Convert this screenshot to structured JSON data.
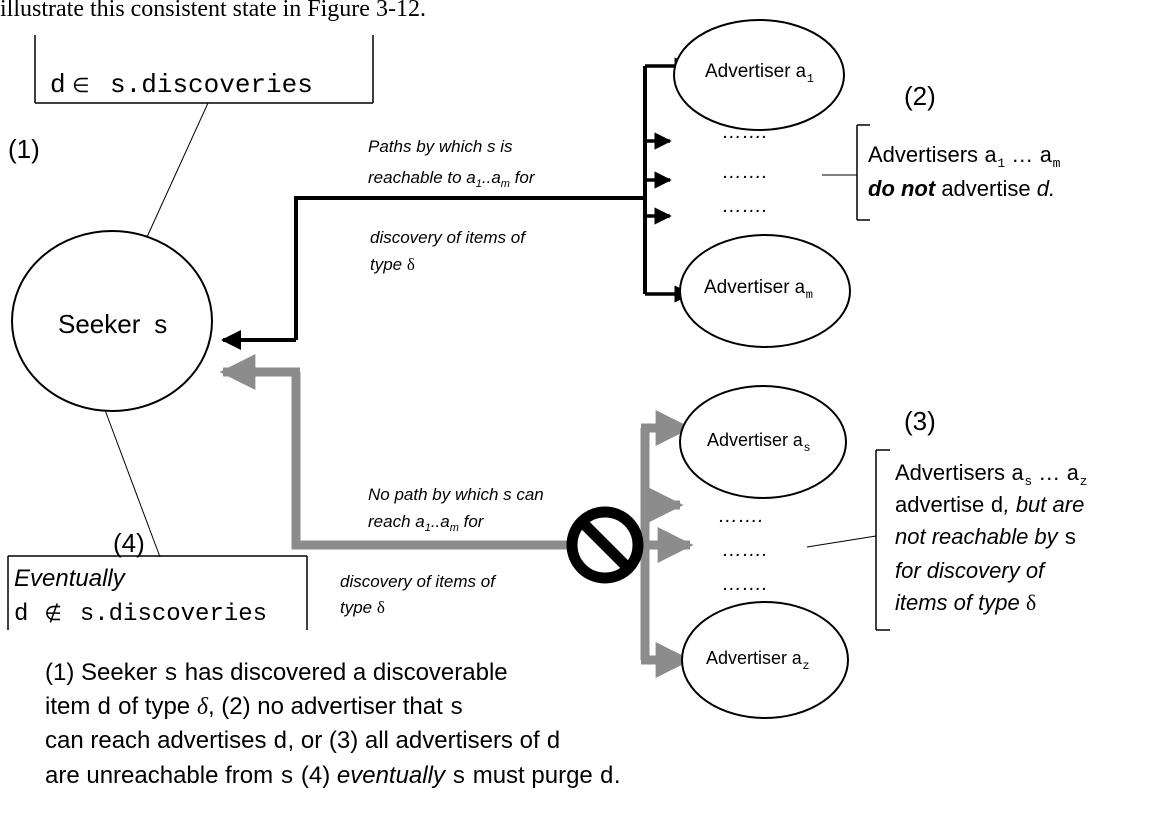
{
  "header_text": "illustrate this consistent state in Figure 3-12.",
  "labels": {
    "one": "(1)",
    "two": "(2)",
    "three": "(3)",
    "four": "(4)"
  },
  "box1": {
    "var": "d",
    "op": "∈",
    "set": "s.discoveries"
  },
  "seeker": {
    "word": "Seeker",
    "var": "s"
  },
  "advertisers": {
    "a1": {
      "word": "Advertiser",
      "var": "a",
      "sub": "1"
    },
    "am": {
      "word": "Advertiser",
      "var": "a",
      "sub": "m"
    },
    "as": {
      "word": "Advertiser",
      "var": "a",
      "sub": "s"
    },
    "az": {
      "word": "Advertiser",
      "var": "a",
      "sub": "z"
    }
  },
  "dots": "…….",
  "upper_path": {
    "line1_a": "Paths by which s is",
    "line2_a": "reachable to a",
    "line2_s1": "1",
    "line2_b": "..a",
    "line2_s2": "m",
    "line2_c": " for",
    "line3": "discovery of items of",
    "line4_a": "type ",
    "line4_delta": "δ"
  },
  "lower_path": {
    "line1_a": "No path by which s can",
    "line2_a": "reach a",
    "line2_s1": "1",
    "line2_b": "..a",
    "line2_s2": "m",
    "line2_c": " for",
    "line3": "discovery of items of",
    "line4_a": "type ",
    "line4_delta": "δ"
  },
  "box2": {
    "l1_word": "Advertisers ",
    "l1_var1": "a",
    "l1_sub1": "1",
    "l1_mid": " … ",
    "l1_var2": "a",
    "l1_sub2": "m",
    "l2_bold": "do not",
    "l2_rest": " advertise ",
    "l2_var": "d."
  },
  "box3": {
    "l1_word": "Advertisers ",
    "l1_var1": "a",
    "l1_sub1": "s",
    "l1_mid": " … ",
    "l1_var2": "a",
    "l1_sub2": "z",
    "l2_a": "advertise ",
    "l2_var": "d",
    "l2_b": ", but are",
    "l3_a": "not reachable by ",
    "l3_var": "s",
    "l4": "for discovery of",
    "l5_a": "items of type ",
    "l5_delta": "δ"
  },
  "box4": {
    "l1": "Eventually",
    "l2_var": "d",
    "l2_op": "∉",
    "l2_set": "s.discoveries"
  },
  "caption": {
    "l1_a": "(1) Seeker ",
    "l1_var": "s",
    "l1_b": " has discovered a discoverable",
    "l2_a": "item ",
    "l2_var": "d",
    "l2_b": " of type ",
    "l2_delta": "δ",
    "l2_c": ", (2) no advertiser that ",
    "l2_var2": "s",
    "l3_a": "can reach advertises ",
    "l3_var": "d",
    "l3_b": ", or (3) all advertisers of ",
    "l3_var2": "d",
    "l4_a": "are unreachable from ",
    "l4_var": "s",
    "l4_b": " (4) ",
    "l4_ital": "eventually",
    "l4_c": " ",
    "l4_var2": "s",
    "l4_d": " must purge ",
    "l4_var3": "d",
    "l4_e": "."
  },
  "colors": {
    "black": "#000000",
    "gray": "#8c8c8c"
  }
}
